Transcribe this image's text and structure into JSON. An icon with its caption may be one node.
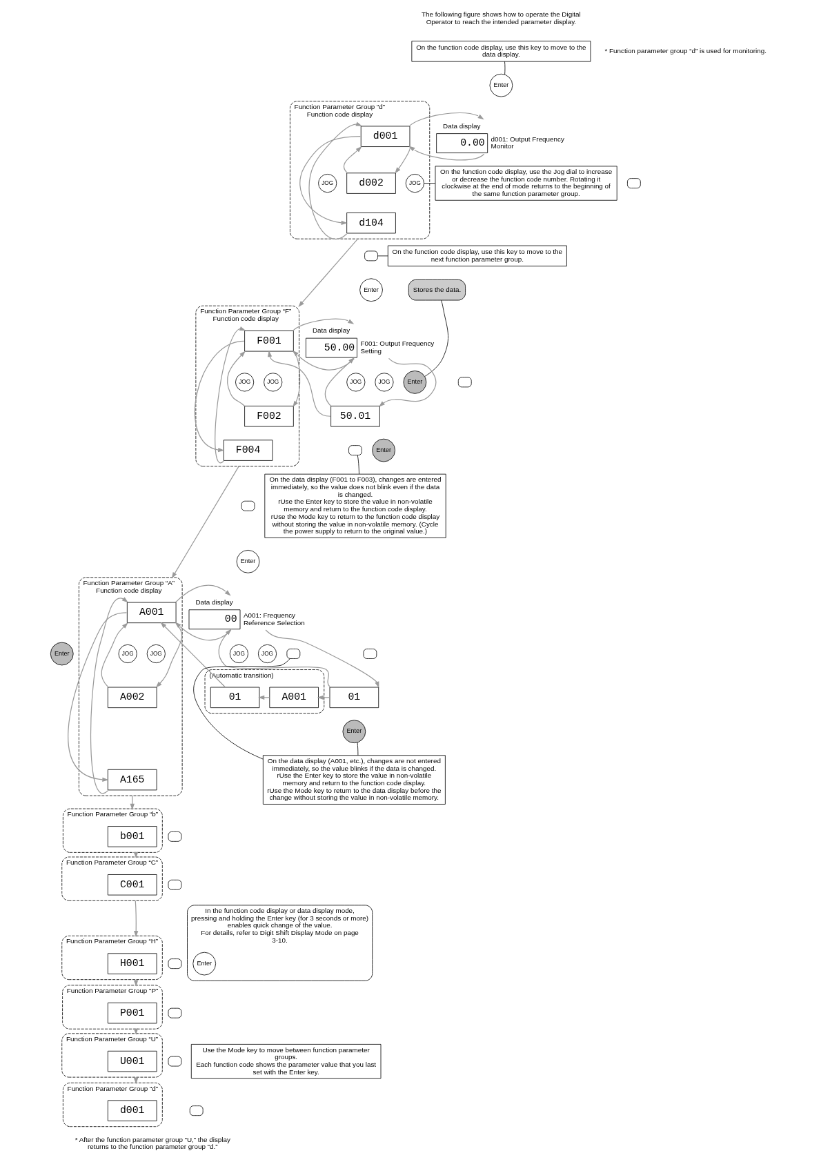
{
  "diagram": {
    "nodes": [
      {
        "text": [
          "Function Parameter Group “d”",
          "Function code display"
        ]
      },
      {
        "text": [
          "d001"
        ],
        "in": 0
      },
      {
        "text": [
          "d002"
        ],
        "in": 0
      },
      {
        "text": [
          "d104"
        ],
        "in": 0
      },
      {
        "text": [
          "JOG"
        ],
        "in": 0
      },
      {
        "text": [
          "JOG"
        ],
        "in": 0
      },
      {
        "text": [
          "Enter"
        ]
      },
      {
        "text": [
          "Data display",
          "0.00"
        ],
        "beside": [
          "d001: Output Frequency Monitor"
        ]
      },
      {
        "text": [],
        "shape": "box"
      },
      {
        "text": [
          "On the function code display, use this key to move to the data display."
        ]
      },
      {
        "text": [
          "On the function code display, use the Jog dial to increase or decrease the function code number. Rotating it clockwise at the end of mode returns to the beginning of the same function parameter group."
        ]
      },
      {
        "text": [],
        "shape": "box"
      },
      {
        "text": [
          "On the function code display, use this key to move to the next function parameter group."
        ]
      },
      {
        "text": [
          "Function Parameter Group “F”",
          "Function code display"
        ]
      },
      {
        "text": [
          "F001"
        ],
        "in": 13
      },
      {
        "text": [
          "F002"
        ],
        "in": 13
      },
      {
        "text": [
          "F004"
        ],
        "in": 13
      },
      {
        "text": [
          "JOG"
        ],
        "in": 13
      },
      {
        "text": [
          "JOG"
        ],
        "in": 13
      },
      {
        "text": [
          "Enter"
        ]
      },
      {
        "text": [
          "Stores the data."
        ]
      },
      {
        "text": [
          "Enter"
        ]
      },
      {
        "text": [],
        "shape": "box"
      },
      {
        "text": [
          "Data display",
          "50.00"
        ],
        "beside": [
          "F001: Output Frequency Setting"
        ]
      },
      {
        "text": [
          "JOG"
        ]
      },
      {
        "text": [
          "JOG"
        ]
      },
      {
        "text": [
          "50.01"
        ]
      },
      {
        "text": [
          "Enter"
        ]
      },
      {
        "text": [],
        "shape": "box"
      },
      {
        "text": [
          "On the data display (F001 to F003), changes are entered immediately, so the value does not blink even if the data is changed.",
          "rUse the Enter key to store the value in non-volatile memory and return to the function code display.",
          "rUse the Mode key to return to the function code display without storing the value in non-volatile memory. (Cycle the power supply to return to the original value.)"
        ]
      },
      {
        "text": [],
        "shape": "box"
      },
      {
        "text": [
          "Function Parameter Group “A”",
          "Function code display"
        ]
      },
      {
        "text": [
          "A001"
        ],
        "in": 31
      },
      {
        "text": [
          "A002"
        ],
        "in": 31
      },
      {
        "text": [
          "A165"
        ],
        "in": 31
      },
      {
        "text": [
          "JOG"
        ],
        "in": 31
      },
      {
        "text": [
          "JOG"
        ],
        "in": 31
      },
      {
        "text": [
          "Enter"
        ]
      },
      {
        "text": [
          "Data display",
          "00"
        ],
        "beside": [
          "A001: Frequency Reference Selection"
        ]
      },
      {
        "text": [
          "Enter"
        ]
      },
      {
        "text": [],
        "shape": "box"
      },
      {
        "text": [
          "JOG"
        ]
      },
      {
        "text": [
          "JOG"
        ]
      },
      {
        "text": [],
        "shape": "box"
      },
      {
        "text": [
          "(Automatic transition)"
        ]
      },
      {
        "text": [
          "01"
        ],
        "in": 44
      },
      {
        "text": [
          "A001"
        ],
        "in": 44
      },
      {
        "text": [
          "01"
        ]
      },
      {
        "text": [
          "Enter"
        ]
      },
      {
        "text": [
          "On the data display (A001, etc.), changes are not entered immediately, so the value blinks if the data is changed.",
          "rUse the Enter key to store the value in non-volatile memory and return to the function code display.",
          "rUse the Mode key to return to the data display before the change without storing the value in non-volatile memory."
        ]
      },
      {
        "text": [
          "Function Parameter Group “b”"
        ]
      },
      {
        "text": [
          "b001"
        ],
        "in": 50
      },
      {
        "text": [
          "Function Parameter Group “C”"
        ]
      },
      {
        "text": [
          "C001"
        ],
        "in": 52
      },
      {
        "text": [
          "Function Parameter Group “H”"
        ]
      },
      {
        "text": [
          "H001"
        ],
        "in": 54
      },
      {
        "text": [
          "Function Parameter Group “P”"
        ]
      },
      {
        "text": [
          "P001"
        ],
        "in": 56
      },
      {
        "text": [
          "Function Parameter Group “U”"
        ]
      },
      {
        "text": [
          "U001"
        ],
        "in": 58
      },
      {
        "text": [
          "Function Parameter Group “d”"
        ]
      },
      {
        "text": [
          "d001"
        ],
        "in": 60
      },
      {
        "text": [],
        "shape": "box"
      },
      {
        "text": [],
        "shape": "box"
      },
      {
        "text": [],
        "shape": "box"
      },
      {
        "text": [],
        "shape": "box"
      },
      {
        "text": [],
        "shape": "box"
      },
      {
        "text": [],
        "shape": "box"
      },
      {
        "text": [
          "Use the Mode key to move between function parameter groups.",
          "Each function code shows the parameter value that you last set with the Enter key."
        ]
      },
      {
        "text": [
          "In the function code display or data display mode, pressing and holding the Enter key (for 3 seconds or more) enables quick change of the value.",
          "For details, refer to Digit Shift Display Mode on page 3-10."
        ]
      },
      {
        "text": [
          "Enter"
        ],
        "in": 69
      }
    ],
    "edges": [
      {
        "from": 1,
        "to": 7,
        "arrow": "to"
      },
      {
        "from": 7,
        "to": 1,
        "arrow": "to"
      },
      {
        "from": 1,
        "to": 2,
        "arrow": "to"
      },
      {
        "from": 2,
        "to": 1,
        "arrow": "to"
      },
      {
        "from": 1,
        "to": 3,
        "arrow": "to"
      },
      {
        "from": 3,
        "to": 1,
        "arrow": "to"
      },
      {
        "from": 9,
        "to": 6,
        "arrow": "none",
        "color": "#000000"
      },
      {
        "from": 10,
        "to": 5,
        "arrow": "none",
        "color": "#000000"
      },
      {
        "from": 12,
        "to": 11,
        "arrow": "none",
        "color": "#000000"
      },
      {
        "from": 0,
        "to": 13,
        "arrow": "to"
      },
      {
        "from": 14,
        "to": 23,
        "arrow": "to"
      },
      {
        "from": 23,
        "to": 14,
        "arrow": "to"
      },
      {
        "from": 14,
        "to": 15,
        "arrow": "to"
      },
      {
        "from": 15,
        "to": 14,
        "arrow": "to"
      },
      {
        "from": 14,
        "to": 16,
        "arrow": "to"
      },
      {
        "from": 16,
        "to": 14,
        "arrow": "to"
      },
      {
        "from": 23,
        "to": 26,
        "arrow": "to"
      },
      {
        "from": 26,
        "to": 23,
        "arrow": "to"
      },
      {
        "from": 26,
        "to": 14,
        "arrow": "to"
      },
      {
        "from": 20,
        "to": 21,
        "arrow": "none",
        "color": "#000000"
      },
      {
        "from": 29,
        "to": 28,
        "arrow": "none",
        "color": "#000000"
      },
      {
        "from": 13,
        "to": 31,
        "arrow": "to"
      },
      {
        "from": 32,
        "to": 38,
        "arrow": "to"
      },
      {
        "from": 38,
        "to": 32,
        "arrow": "to"
      },
      {
        "from": 32,
        "to": 33,
        "arrow": "to"
      },
      {
        "from": 33,
        "to": 32,
        "arrow": "to"
      },
      {
        "from": 32,
        "to": 34,
        "arrow": "to"
      },
      {
        "from": 34,
        "to": 32,
        "arrow": "to"
      },
      {
        "from": 38,
        "to": 47,
        "arrow": "to"
      },
      {
        "from": 47,
        "to": 38,
        "arrow": "to"
      },
      {
        "from": 47,
        "to": 46,
        "arrow": "to"
      },
      {
        "from": 46,
        "to": 45,
        "arrow": "to"
      },
      {
        "from": 45,
        "to": 32,
        "arrow": "to"
      },
      {
        "from": 49,
        "to": 48,
        "arrow": "none",
        "color": "#000000"
      },
      {
        "from": 49,
        "to": 43,
        "arrow": "none",
        "color": "#000000"
      },
      {
        "from": 31,
        "to": 50,
        "arrow": "to"
      },
      {
        "from": 50,
        "to": 52,
        "arrow": "to"
      },
      {
        "from": 52,
        "to": 54,
        "arrow": "to"
      },
      {
        "from": 54,
        "to": 56,
        "arrow": "to"
      },
      {
        "from": 56,
        "to": 58,
        "arrow": "to"
      },
      {
        "from": 58,
        "to": 60,
        "arrow": "to"
      }
    ],
    "labels": [
      "The following figure shows how to operate the Digital Operator to reach the intended parameter display.",
      "* Function parameter group “d” is used for monitoring.",
      "* After the function parameter group “U,” the display returns to the function parameter group “d.”"
    ]
  }
}
